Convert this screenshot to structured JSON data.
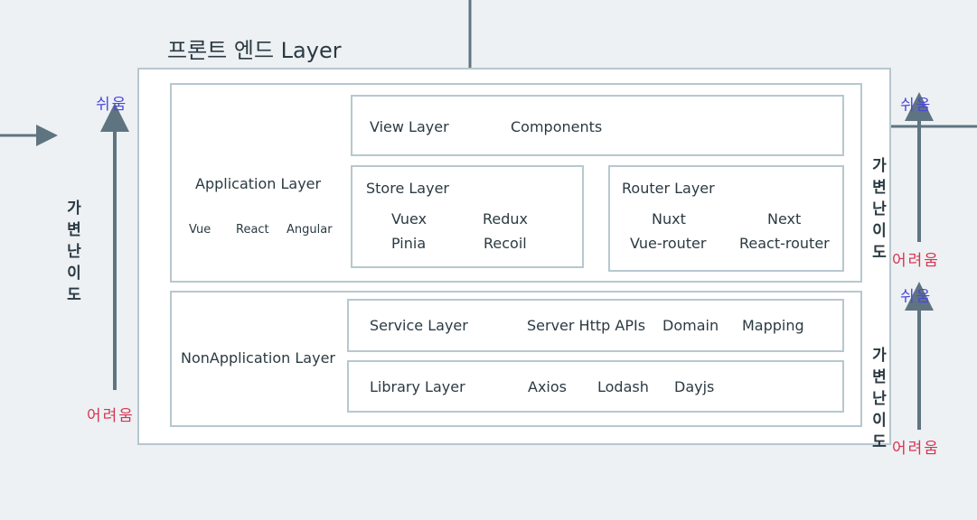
{
  "title": "프론트 엔드 Layer",
  "difficulty": {
    "easy": "쉬움",
    "hard": "어려움",
    "axis_label": "가변난이도",
    "axis_chars": [
      "가",
      "변",
      "난",
      "이",
      "도"
    ]
  },
  "application": {
    "label": "Application Layer",
    "frameworks": [
      "Vue",
      "React",
      "Angular"
    ],
    "view_layer": {
      "label": "View Layer",
      "item": "Components"
    },
    "store_layer": {
      "label": "Store Layer",
      "items": [
        "Vuex",
        "Redux",
        "Pinia",
        "Recoil"
      ]
    },
    "router_layer": {
      "label": "Router Layer",
      "items": [
        "Nuxt",
        "Next",
        "Vue-router",
        "React-router"
      ]
    }
  },
  "non_application": {
    "label": "NonApplication Layer",
    "service_layer": {
      "label": "Service Layer",
      "items": [
        "Server Http APIs",
        "Domain",
        "Mapping"
      ]
    },
    "library_layer": {
      "label": "Library Layer",
      "items": [
        "Axios",
        "Lodash",
        "Dayjs"
      ]
    }
  },
  "colors": {
    "line": "#5f7481",
    "easy": "#4b47d8",
    "hard": "#d8334e",
    "border": "#b7c7cf"
  }
}
